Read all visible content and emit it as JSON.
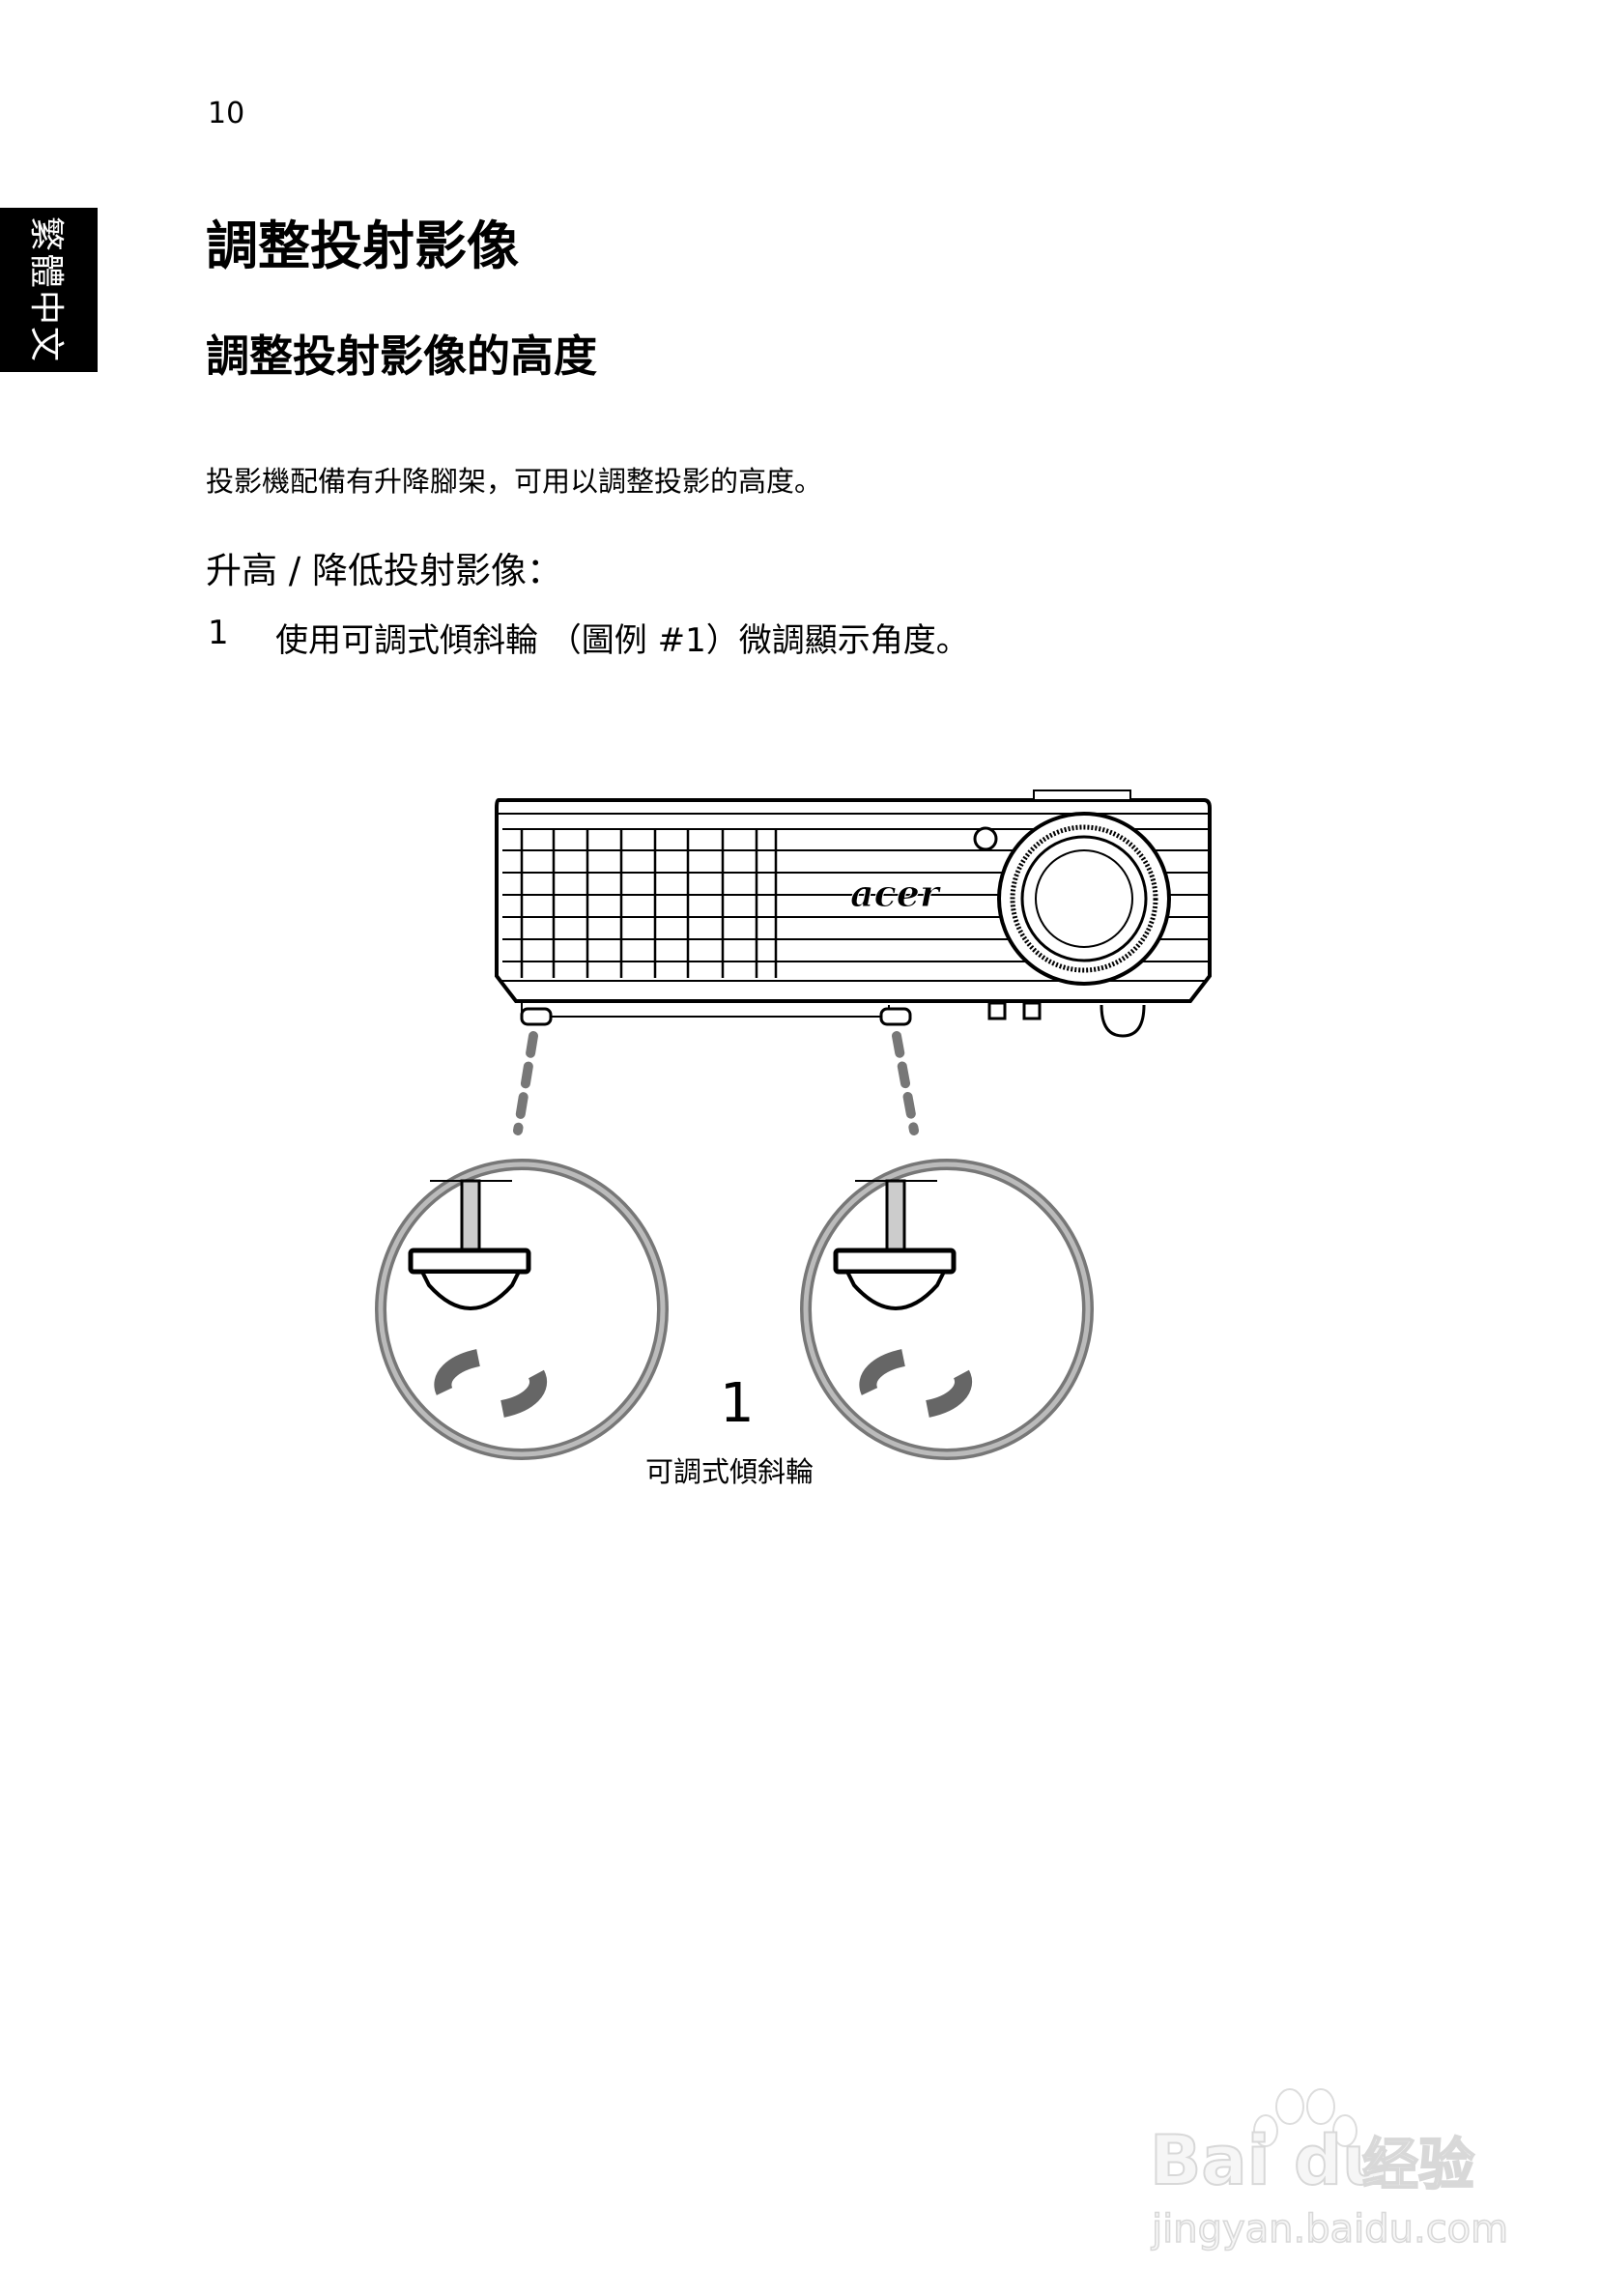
{
  "page": {
    "page_number": "10",
    "side_tab": "繁體中文",
    "title": "調整投射影像",
    "section_title": "調整投射影像的高度",
    "intro": "投影機配備有升降腳架，可用以調整投影的高度。",
    "procedure_title": "升高 / 降低投射影像：",
    "steps": [
      {
        "number": "1",
        "text": "使用可調式傾斜輪 （圖例 #1）微調顯示角度。"
      }
    ]
  },
  "figure": {
    "brand_logo": "acer",
    "callout_number": "1",
    "callout_label": "可調式傾斜輪",
    "icons": [
      "projector-illustration",
      "tilt-wheel-icon",
      "rotate-arrows-icon"
    ]
  },
  "watermark": {
    "brand": "Baidu",
    "product": "经验",
    "url": "jingyan.baidu.com"
  }
}
